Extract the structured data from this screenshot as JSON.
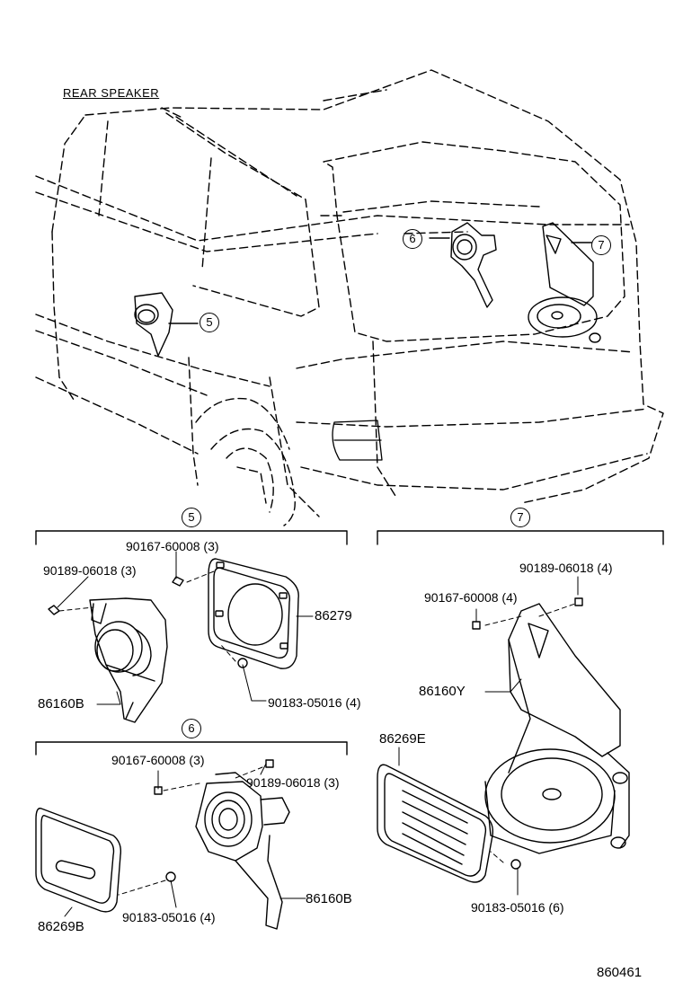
{
  "title": "REAR SPEAKER",
  "callouts": {
    "c5_top": "5",
    "c6_top": "6",
    "c7_top": "7",
    "c5_group": "5",
    "c6_group": "6",
    "c7_group": "7"
  },
  "parts": {
    "p5_bolt": "90167-60008 (3)",
    "p5_nut": "90189-06018 (3)",
    "p5_grille": "86279",
    "p5_speaker": "86160B",
    "p5_clip": "90183-05016 (4)",
    "p6_bolt": "90167-60008 (3)",
    "p6_nut": "90189-06018 (3)",
    "p6_speaker": "86160B",
    "p6_grille": "86269B",
    "p6_clip": "90183-05016 (4)",
    "p7_nut": "90189-06018 (4)",
    "p7_bolt": "90167-60008 (4)",
    "p7_speaker": "86160Y",
    "p7_grille": "86269E",
    "p7_clip": "90183-05016 (6)"
  },
  "diagram_number": "860461"
}
